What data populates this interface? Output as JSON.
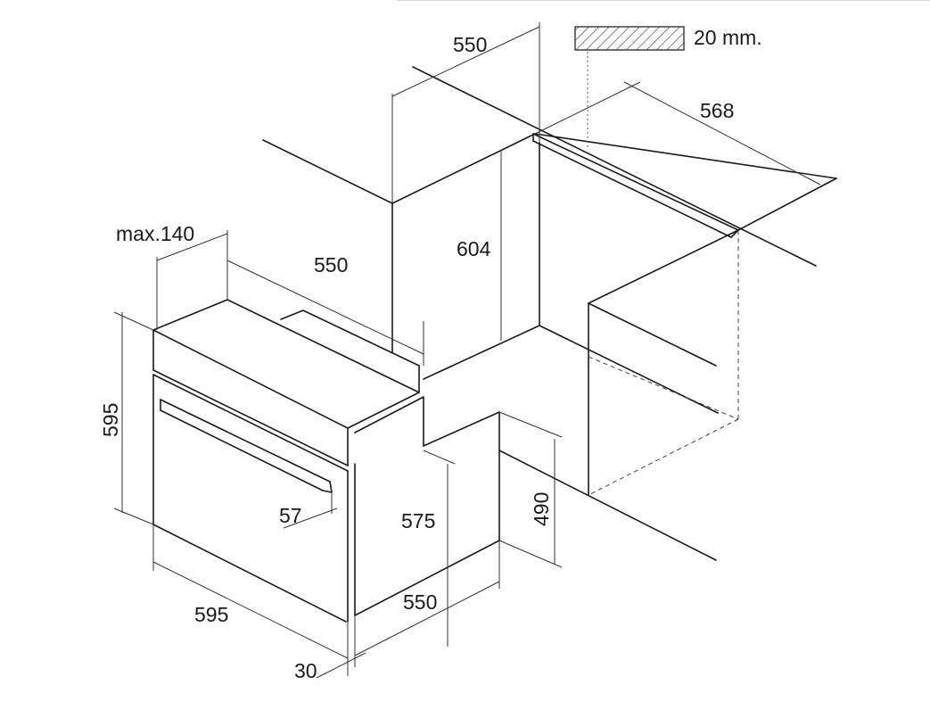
{
  "legend": {
    "thickness_label": "20 mm."
  },
  "dimensions": {
    "cabinet_depth_top": "550",
    "cabinet_width": "568",
    "cabinet_height": "604",
    "cutout_depth": "max.140",
    "oven_depth": "550",
    "oven_height": "595",
    "handle_projection": "57",
    "oven_body_height": "575",
    "cabinet_base_height": "490",
    "oven_width": "595",
    "oven_body_depth": "550",
    "front_panel_thickness": "30"
  }
}
